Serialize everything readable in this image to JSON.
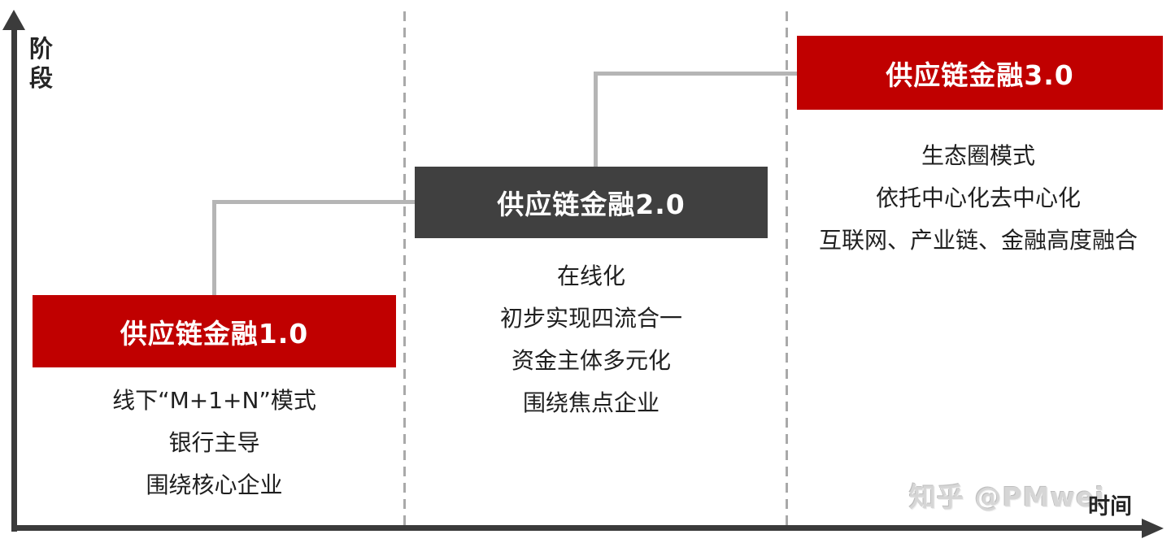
{
  "axes": {
    "y_label": "阶段",
    "x_label": "时间"
  },
  "colors": {
    "red": "#c00000",
    "dark_gray": "#404040",
    "connector_gray": "#b5b5b5",
    "axis_dark": "#3b3b3b",
    "dash_gray": "#a9a9a9"
  },
  "stages": [
    {
      "title": "供应链金融1.0",
      "color": "#c00000",
      "items": [
        "线下“M+1+N”模式",
        "银行主导",
        "围绕核心企业"
      ]
    },
    {
      "title": "供应链金融2.0",
      "color": "#404040",
      "items": [
        "在线化",
        "初步实现四流合一",
        "资金主体多元化",
        "围绕焦点企业"
      ]
    },
    {
      "title": "供应链金融3.0",
      "color": "#c00000",
      "items": [
        "生态圈模式",
        "依托中心化去中心化",
        "互联网、产业链、金融高度融合"
      ]
    }
  ],
  "watermark": "知乎 @PMwei"
}
